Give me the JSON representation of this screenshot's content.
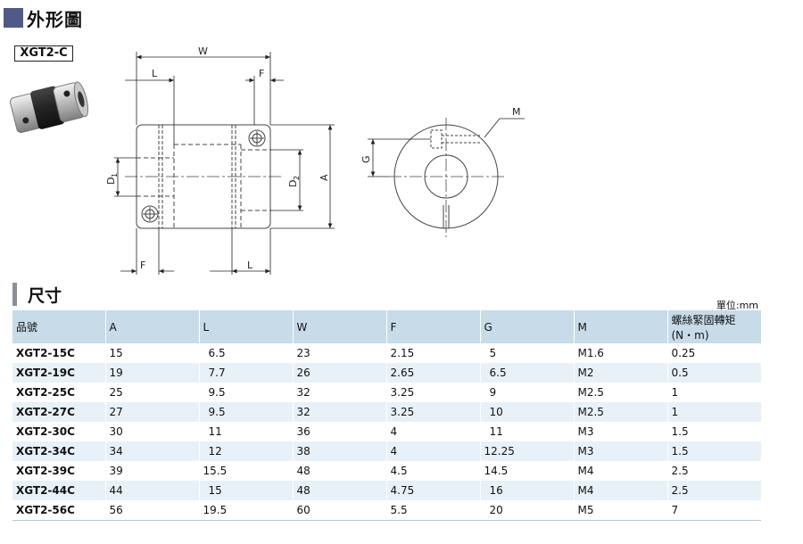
{
  "header": {
    "title": "外形圖"
  },
  "model": {
    "name": "XGT2-C"
  },
  "drawing": {
    "labels": {
      "W": "W",
      "L": "L",
      "F": "F",
      "D1": "D",
      "D1_sub": "1",
      "D2": "D",
      "D2_sub": "2",
      "A": "A",
      "M": "M",
      "G": "G"
    }
  },
  "dimensions": {
    "title": "尺寸",
    "unit": "單位:mm",
    "columns": [
      "品號",
      "A",
      "L",
      "W",
      "F",
      "G",
      "M",
      "螺絲緊固轉矩\n(N・m)"
    ],
    "rows": [
      [
        "XGT2-15C",
        "15",
        "6.5",
        "23",
        "2.15",
        "5",
        "M1.6",
        "0.25"
      ],
      [
        "XGT2-19C",
        "19",
        "7.7",
        "26",
        "2.65",
        "6.5",
        "M2",
        "0.5"
      ],
      [
        "XGT2-25C",
        "25",
        "9.5",
        "32",
        "3.25",
        "9",
        "M2.5",
        "1"
      ],
      [
        "XGT2-27C",
        "27",
        "9.5",
        "32",
        "3.25",
        "10",
        "M2.5",
        "1"
      ],
      [
        "XGT2-30C",
        "30",
        "11",
        "36",
        "4",
        "11",
        "M3",
        "1.5"
      ],
      [
        "XGT2-34C",
        "34",
        "12",
        "38",
        "4",
        "12.25",
        "M3",
        "1.5"
      ],
      [
        "XGT2-39C",
        "39",
        "15.5",
        "48",
        "4.5",
        "14.5",
        "M4",
        "2.5"
      ],
      [
        "XGT2-44C",
        "44",
        "15",
        "48",
        "4.75",
        "16",
        "M4",
        "2.5"
      ],
      [
        "XGT2-56C",
        "56",
        "19.5",
        "60",
        "5.5",
        "20",
        "M5",
        "7"
      ]
    ]
  }
}
